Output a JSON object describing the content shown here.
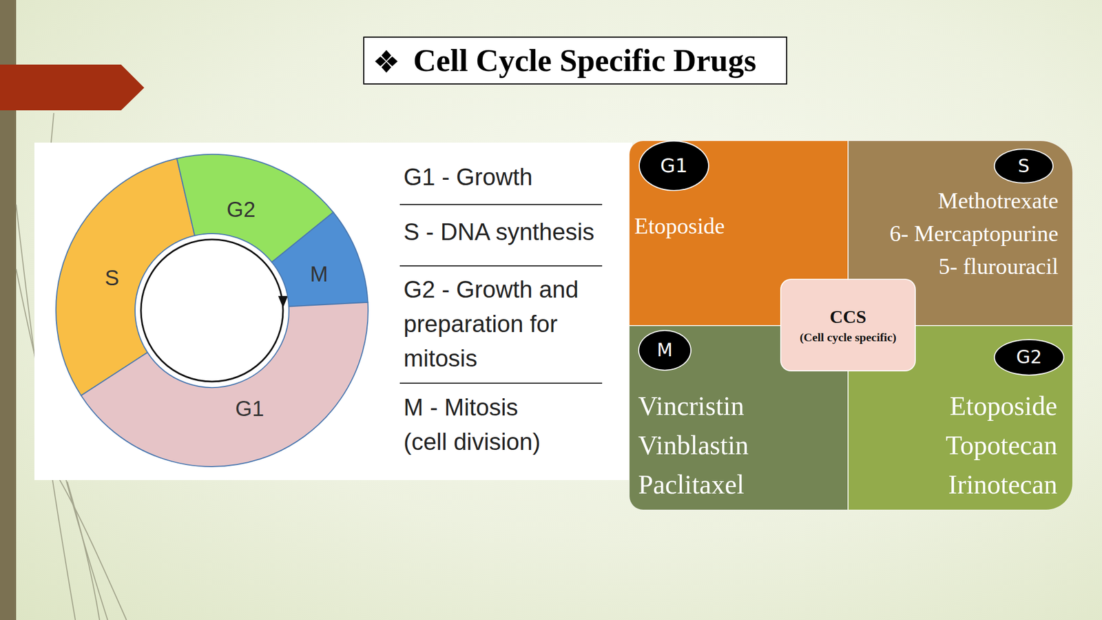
{
  "diagram": {
    "title": "Cell Cycle Specific Drugs",
    "nodes": [
      {
        "text": [
          "S"
        ]
      },
      {
        "text": [
          "G2"
        ]
      },
      {
        "text": [
          "M"
        ]
      },
      {
        "text": [
          "G1"
        ]
      },
      {
        "text": [
          "Etoposide"
        ]
      },
      {
        "text": [
          "G1"
        ],
        "in": 4
      },
      {
        "text": [
          "Methotrexate",
          "6- Mercaptopurine",
          "5- flurouracil"
        ]
      },
      {
        "text": [
          "S"
        ],
        "in": 6
      },
      {
        "text": [
          "Vincristin",
          "Vinblastin",
          "Paclitaxel"
        ]
      },
      {
        "text": [
          "M"
        ],
        "in": 8
      },
      {
        "text": [
          "Etoposide",
          "Topotecan",
          "Irinotecan"
        ]
      },
      {
        "text": [
          "G2"
        ],
        "in": 10
      },
      {
        "text": [
          "CCS",
          "(Cell cycle specific)"
        ]
      }
    ],
    "labels": [
      "G1 - Growth",
      "S - DNA synthesis",
      "G2 - Growth and preparation for mitosis",
      "M - Mitosis (cell division)"
    ]
  }
}
